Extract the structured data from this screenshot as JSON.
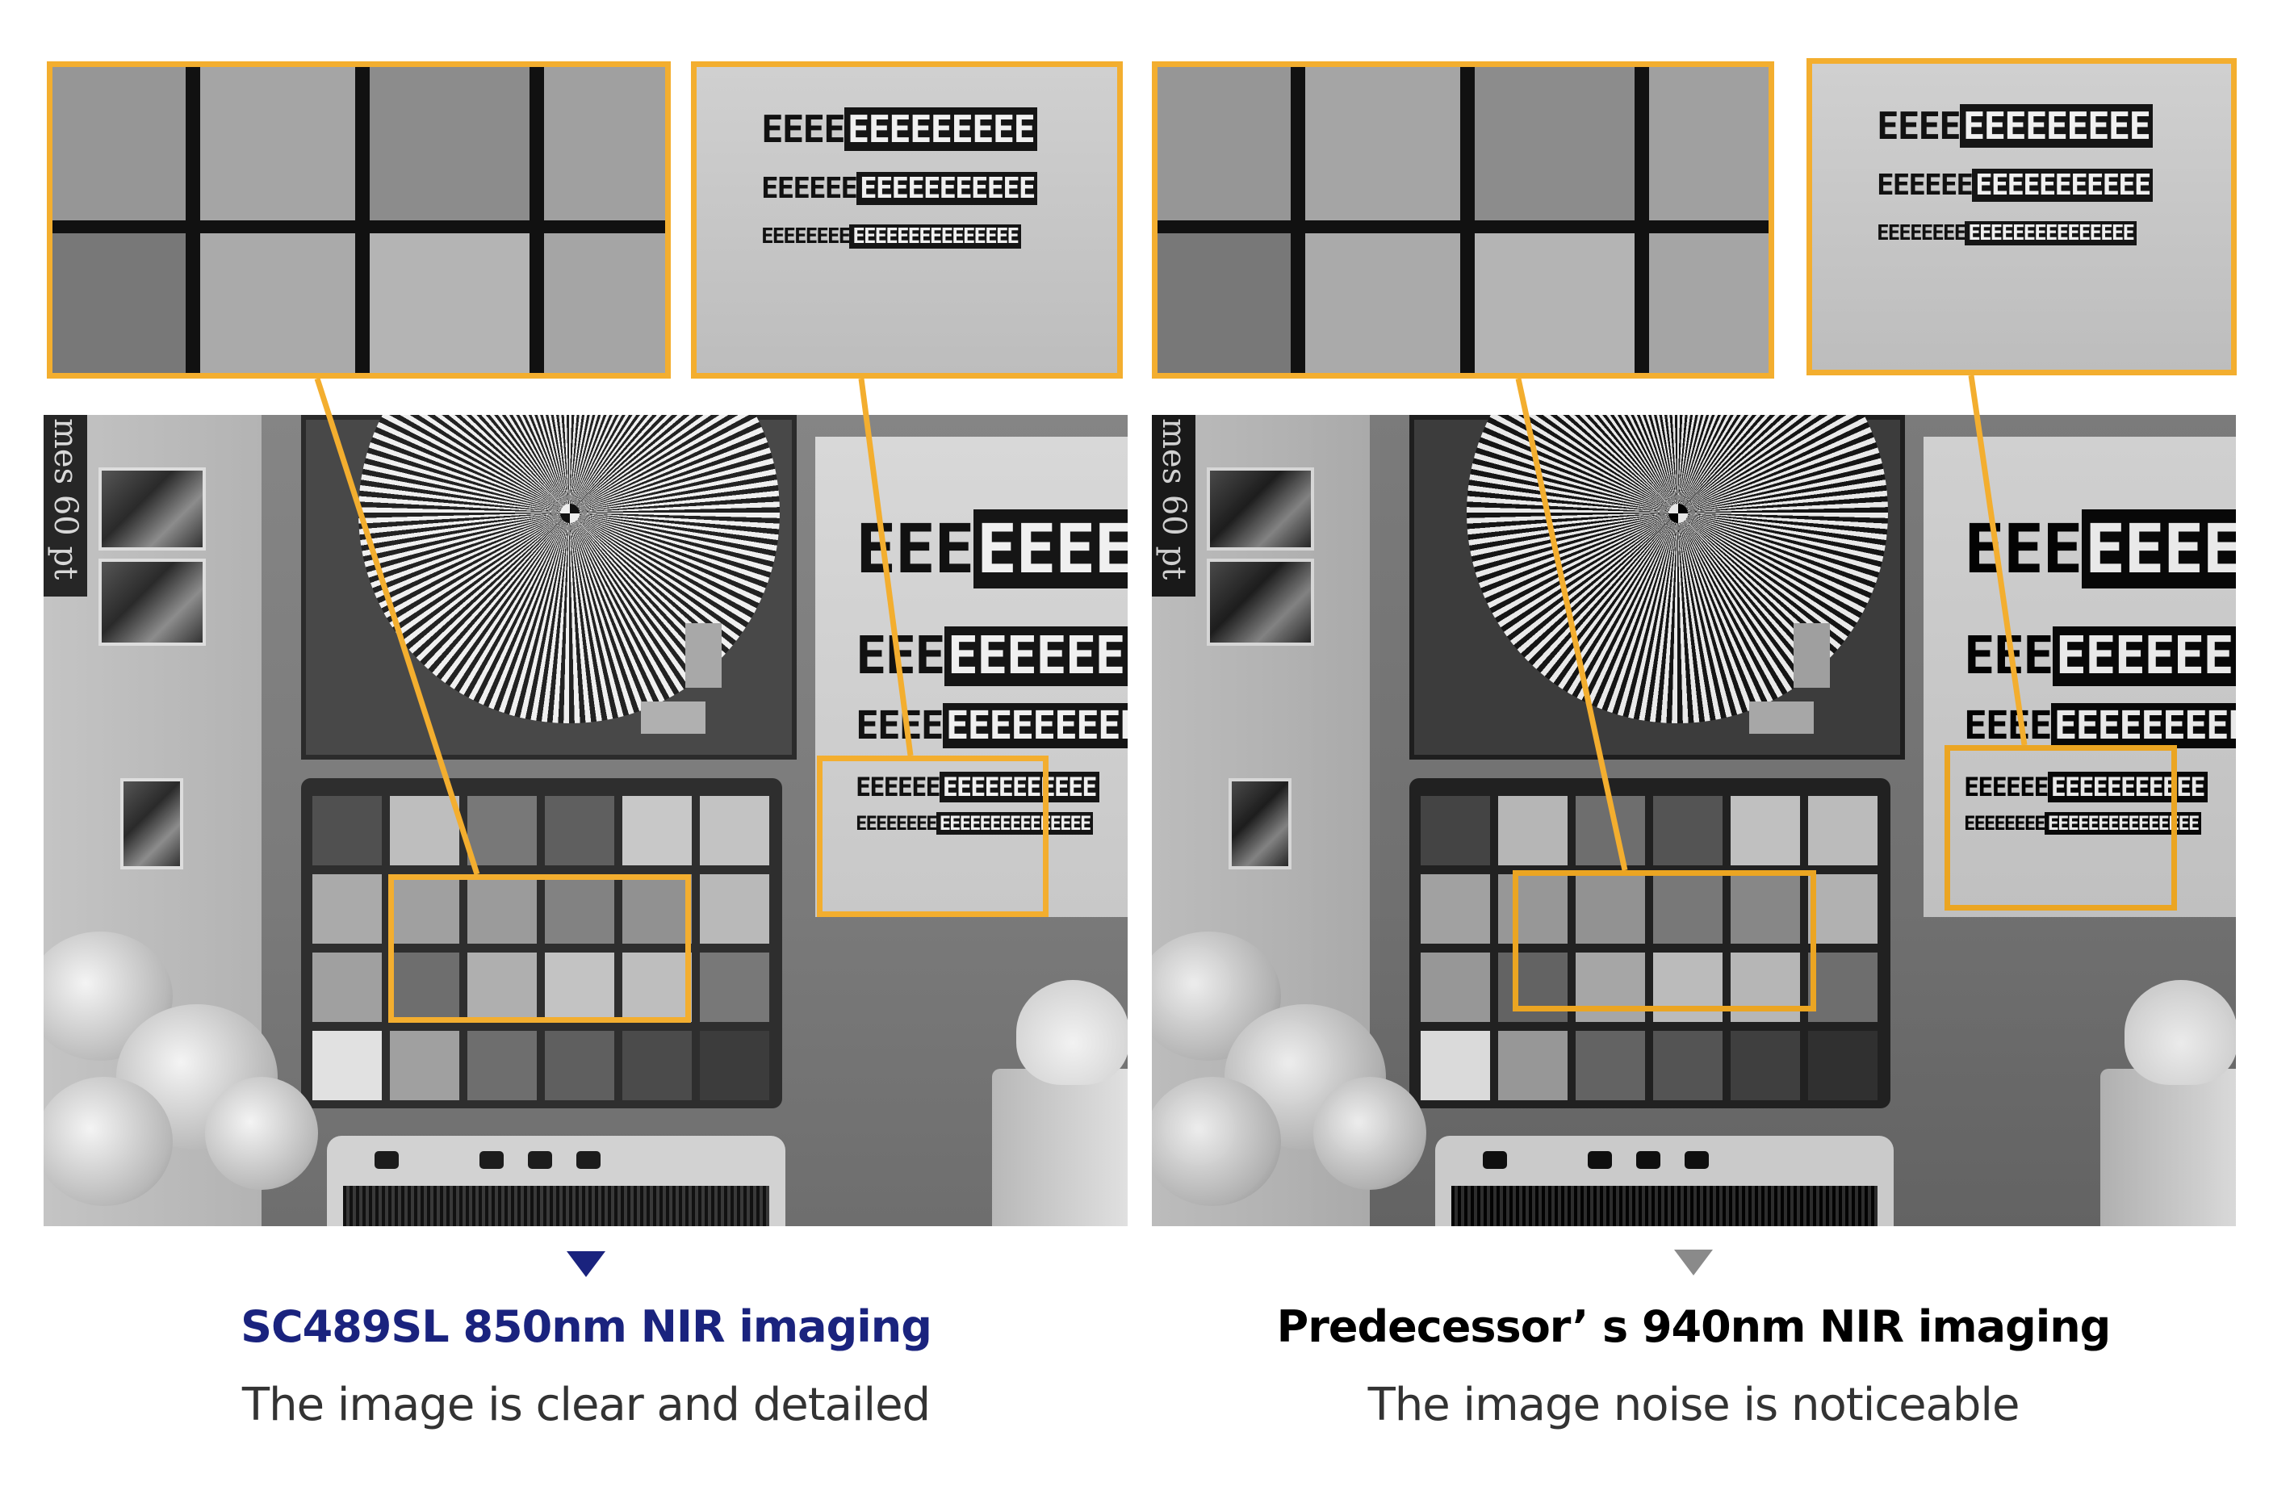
{
  "left": {
    "title": "SC489SL  850nm NIR imaging",
    "subtitle": "The image is clear and detailed",
    "title_color": "#1A237E",
    "arrow_color": "#1A237E"
  },
  "right": {
    "title": "Predecessor’ s  940nm NIR imaging",
    "subtitle": "The image noise is noticeable",
    "title_color": "#000000",
    "arrow_color": "#8A8A8A"
  },
  "scene": {
    "font_label": "mes 60 pt",
    "e_rows": [
      "EEE",
      "EEEEEE",
      "EEE",
      "EEEEEEE",
      "EEEE",
      "EEEEEEEEE",
      "EEEEEE",
      "EEEEEEEEEEE",
      "EEEEEEEE",
      "EEEEEEEEEEEEEEE"
    ]
  },
  "highlight_color": "#F3AE2F"
}
